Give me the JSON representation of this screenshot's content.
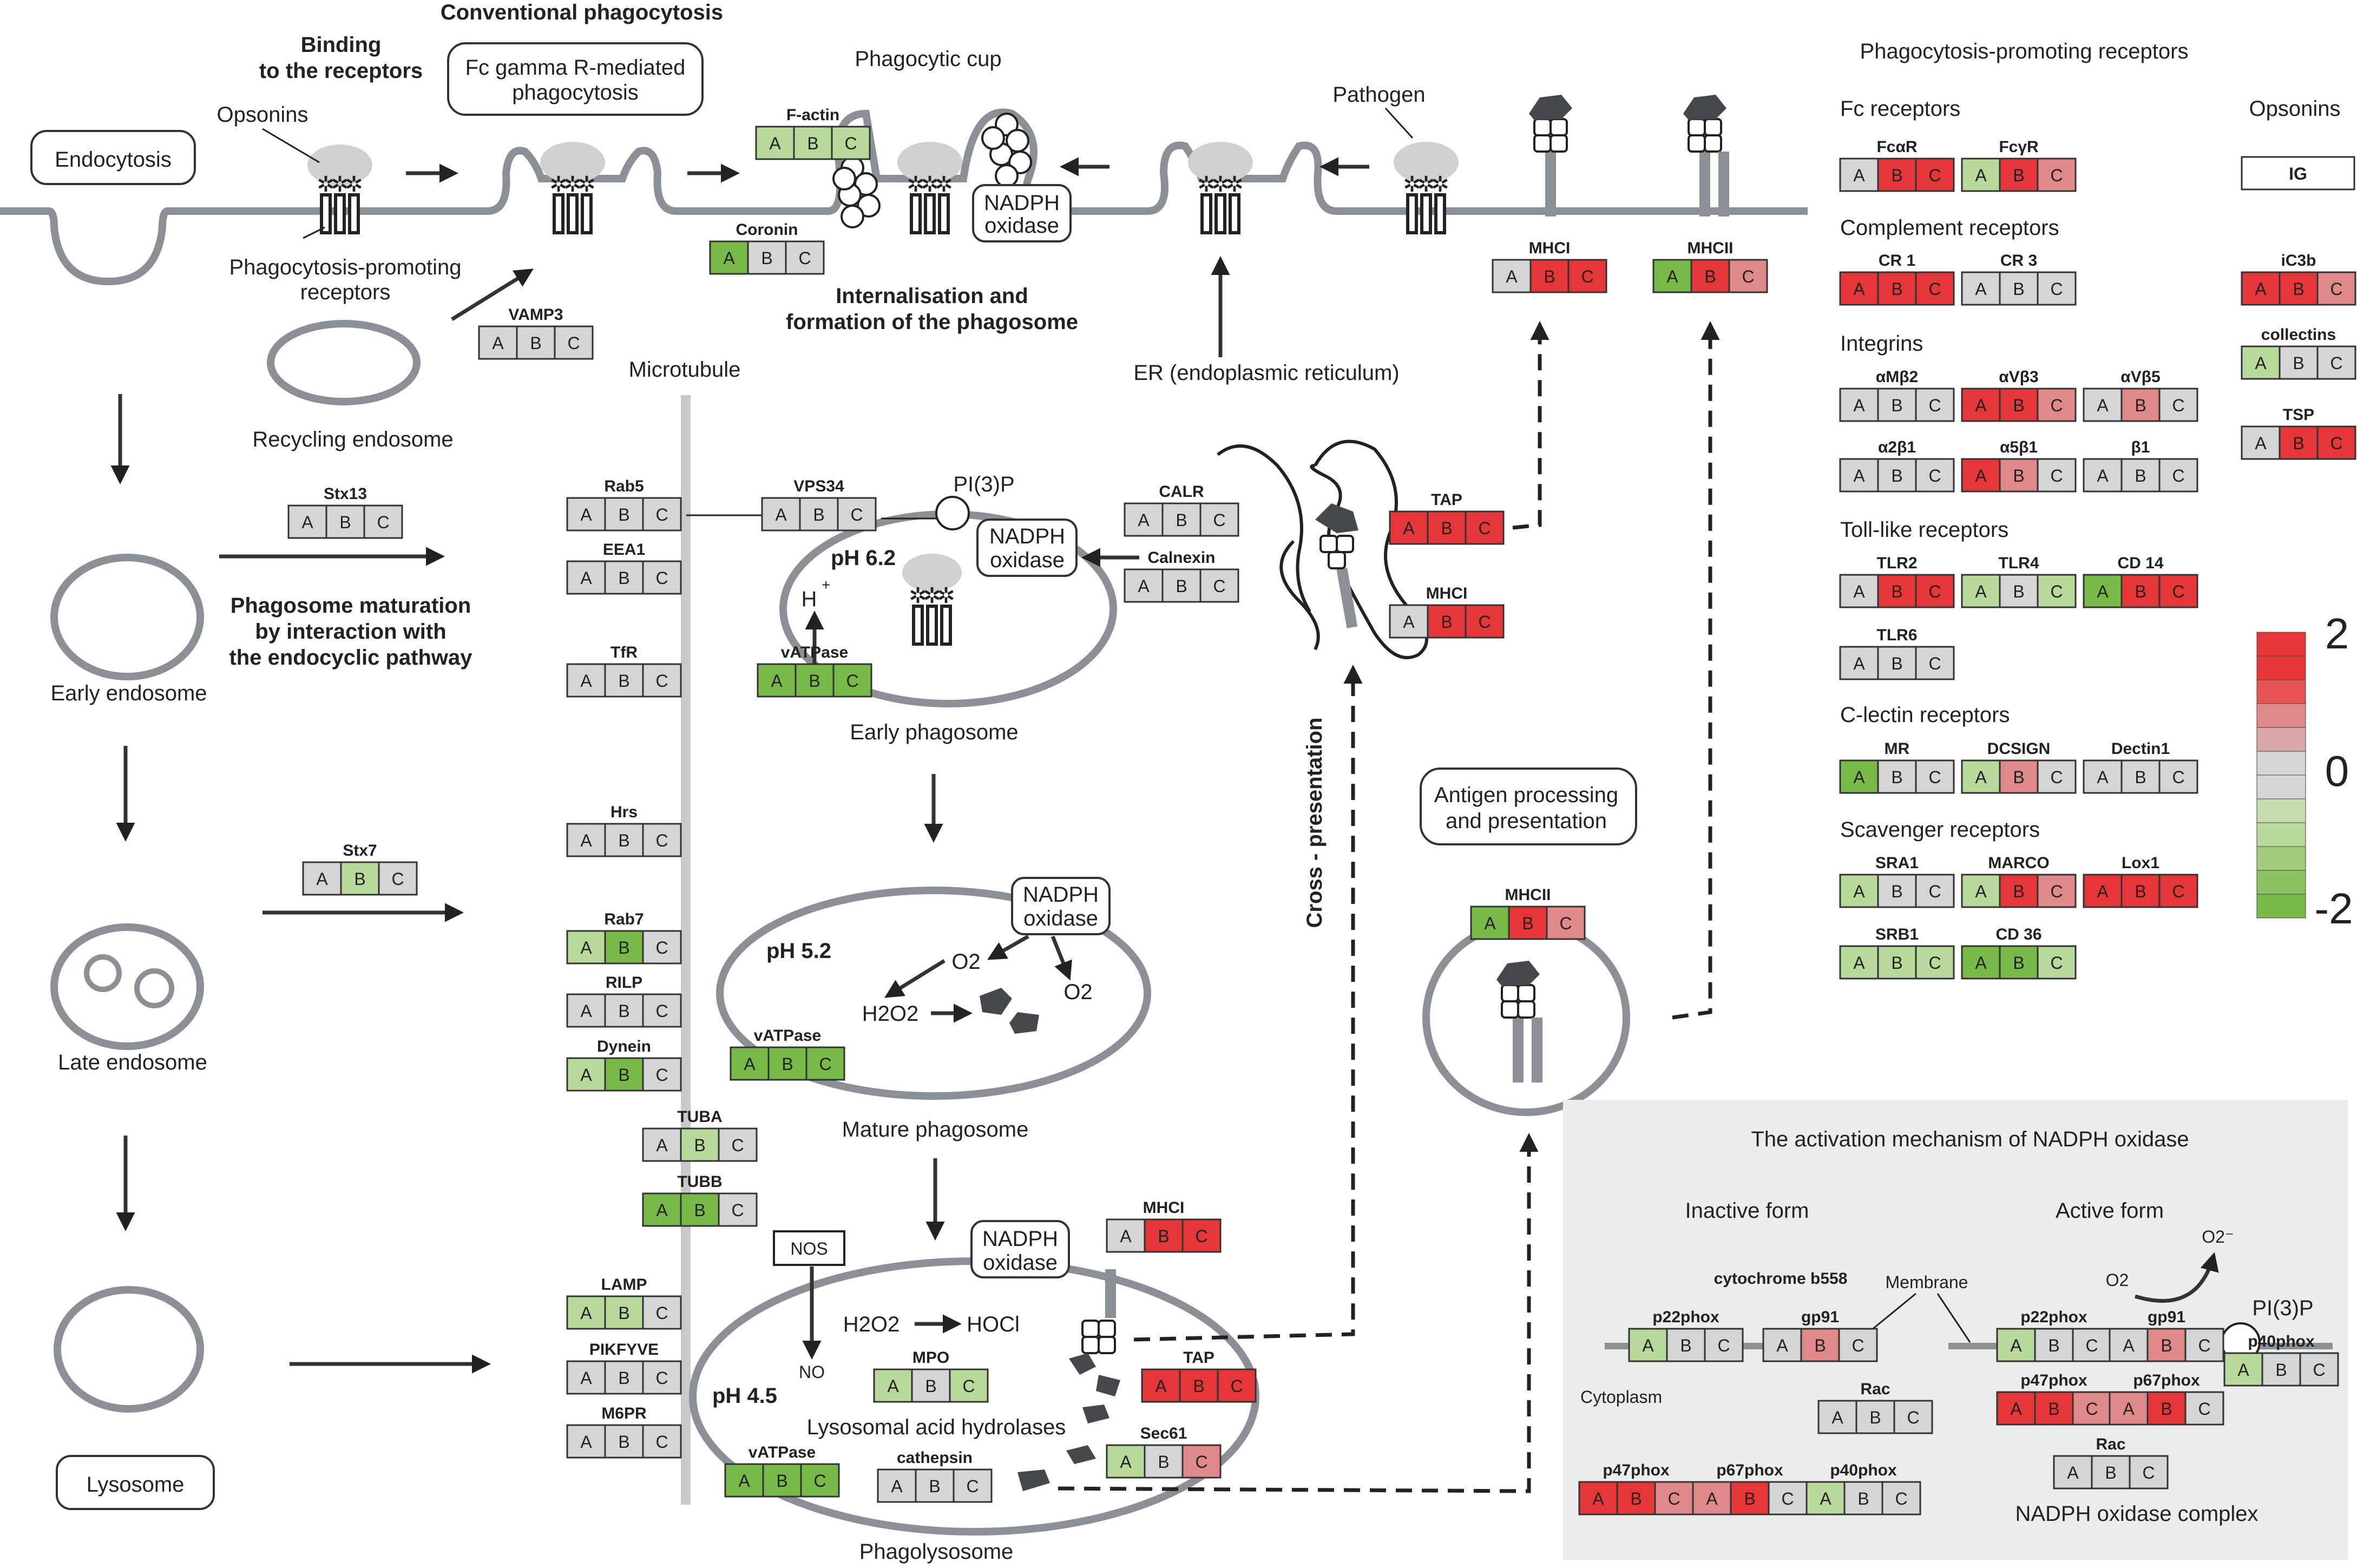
{
  "colors": {
    "red": "#e5373a",
    "light_red": "#e0898b",
    "gray": "#d4d5d6",
    "light_green": "#b9d89c",
    "green": "#79b94a",
    "membrane": "#8a9095",
    "inset_bg": "#ececec"
  },
  "labels": {
    "title": "Conventional phagocytosis",
    "binding": "Binding",
    "binding2": "to the receptors",
    "fc_box1": "Fc gamma R-mediated",
    "fc_box2": "phagocytosis",
    "phagocytic_cup": "Phagocytic cup",
    "endocytosis": "Endocytosis",
    "opsonins": "Opsonins",
    "ppr1": "Phagocytosis-promoting",
    "ppr2": "receptors",
    "recycling_endosome": "Recycling endosome",
    "internalisation1": "Internalisation and",
    "internalisation2": "formation of the phagosome",
    "nadph1": "NADPH",
    "nadph2": "oxidase",
    "pathogen": "Pathogen",
    "microtubule": "Microtubule",
    "er": "ER (endoplasmic reticulum)",
    "pi3p": "PI(3)P",
    "ph62": "pH 6.2",
    "hplus": "H",
    "plus": "+",
    "early_phagosome": "Early phagosome",
    "early_endosome": "Early endosome",
    "maturation1": "Phagosome maturation",
    "maturation2": "by interaction with",
    "maturation3": "the endocyclic pathway",
    "late_endosome": "Late endosome",
    "lysosome": "Lysosome",
    "ph52": "pH 5.2",
    "o2": "O2",
    "h2o2": "H2O2",
    "mature_phagosome": "Mature phagosome",
    "nos": "NOS",
    "no": "NO",
    "hocl": "HOCl",
    "ph45": "pH 4.5",
    "lysosomal": "Lysosomal acid hydrolases",
    "phagolysosome": "Phagolysosome",
    "cross": "Cross - presentation",
    "antigen1": "Antigen processing",
    "antigen2": "and presentation",
    "ppr_title": "Phagocytosis-promoting receptors",
    "fc_receptors": "Fc receptors",
    "opsonins_title": "Opsonins",
    "complement": "Complement receptors",
    "integrins": "Integrins",
    "tlr": "Toll-like receptors",
    "clectin": "C-lectin receptors",
    "scavenger": "Scavenger receptors",
    "scale_max": "2",
    "scale_mid": "0",
    "scale_min": "-2",
    "inset_title": "The activation mechanism of NADPH oxidase",
    "inactive": "Inactive form",
    "active": "Active form",
    "membrane": "Membrane",
    "cytoplasm": "Cytoplasm",
    "o2minus": "O2⁻",
    "o2_inset": "O2",
    "complex": "NADPH oxidase complex"
  },
  "cell_letters": [
    "A",
    "B",
    "C"
  ],
  "genes": [
    {
      "name": "F-actin",
      "cells": [
        "lg",
        "lg",
        "lg"
      ]
    },
    {
      "name": "Coronin",
      "cells": [
        "g",
        "gr",
        "gr"
      ]
    },
    {
      "name": "VAMP3",
      "cells": [
        "gr",
        "gr",
        "gr"
      ]
    },
    {
      "name": "Stx13",
      "cells": [
        "gr",
        "gr",
        "gr"
      ]
    },
    {
      "name": "Stx7",
      "cells": [
        "gr",
        "lg",
        "gr"
      ]
    },
    {
      "name": "Rab5",
      "cells": [
        "gr",
        "gr",
        "gr"
      ]
    },
    {
      "name": "EEA1",
      "cells": [
        "gr",
        "gr",
        "gr"
      ]
    },
    {
      "name": "TfR",
      "cells": [
        "gr",
        "gr",
        "gr"
      ]
    },
    {
      "name": "Hrs",
      "cells": [
        "gr",
        "gr",
        "gr"
      ]
    },
    {
      "name": "Rab7",
      "cells": [
        "lg",
        "g",
        "gr"
      ]
    },
    {
      "name": "RILP",
      "cells": [
        "gr",
        "gr",
        "gr"
      ]
    },
    {
      "name": "Dynein",
      "cells": [
        "lg",
        "g",
        "gr"
      ]
    },
    {
      "name": "TUBA",
      "cells": [
        "gr",
        "lg",
        "gr"
      ]
    },
    {
      "name": "TUBB",
      "cells": [
        "g",
        "g",
        "gr"
      ]
    },
    {
      "name": "LAMP",
      "cells": [
        "lg",
        "lg",
        "gr"
      ]
    },
    {
      "name": "PIKFYVE",
      "cells": [
        "gr",
        "gr",
        "gr"
      ]
    },
    {
      "name": "M6PR",
      "cells": [
        "gr",
        "gr",
        "gr"
      ]
    },
    {
      "name": "VPS34",
      "cells": [
        "gr",
        "gr",
        "gr"
      ]
    },
    {
      "name": "vATPase",
      "cells": [
        "g",
        "g",
        "g"
      ]
    },
    {
      "name": "vATPase",
      "cells": [
        "g",
        "g",
        "g"
      ]
    },
    {
      "name": "MPO",
      "cells": [
        "lg",
        "gr",
        "lg"
      ]
    },
    {
      "name": "vATPase",
      "cells": [
        "g",
        "g",
        "g"
      ]
    },
    {
      "name": "cathepsin",
      "cells": [
        "gr",
        "gr",
        "gr"
      ]
    },
    {
      "name": "CALR",
      "cells": [
        "gr",
        "gr",
        "gr"
      ]
    },
    {
      "name": "Calnexin",
      "cells": [
        "gr",
        "gr",
        "gr"
      ]
    },
    {
      "name": "TAP",
      "cells": [
        "r",
        "r",
        "r"
      ]
    },
    {
      "name": "MHCI",
      "cells": [
        "gr",
        "r",
        "r"
      ]
    },
    {
      "name": "MHCI",
      "cells": [
        "gr",
        "r",
        "r"
      ]
    },
    {
      "name": "MHCII",
      "cells": [
        "g",
        "r",
        "lr"
      ]
    },
    {
      "name": "MHCI",
      "cells": [
        "gr",
        "r",
        "r"
      ]
    },
    {
      "name": "TAP",
      "cells": [
        "r",
        "r",
        "r"
      ]
    },
    {
      "name": "Sec61",
      "cells": [
        "lg",
        "gr",
        "lr"
      ]
    },
    {
      "name": "MHCII",
      "cells": [
        "g",
        "r",
        "lr"
      ]
    },
    {
      "name": "FcαR",
      "cells": [
        "gr",
        "r",
        "r"
      ]
    },
    {
      "name": "FcγR",
      "cells": [
        "lg",
        "r",
        "lr"
      ]
    },
    {
      "name": "IG",
      "cells": []
    },
    {
      "name": "CR 1",
      "cells": [
        "r",
        "r",
        "r"
      ]
    },
    {
      "name": "CR 3",
      "cells": [
        "gr",
        "gr",
        "gr"
      ]
    },
    {
      "name": "iC3b",
      "cells": [
        "r",
        "r",
        "lr"
      ]
    },
    {
      "name": "αMβ2",
      "cells": [
        "gr",
        "gr",
        "gr"
      ]
    },
    {
      "name": "αVβ3",
      "cells": [
        "r",
        "r",
        "lr"
      ]
    },
    {
      "name": "αVβ5",
      "cells": [
        "gr",
        "lr",
        "gr"
      ]
    },
    {
      "name": "collectins",
      "cells": [
        "lg",
        "gr",
        "gr"
      ]
    },
    {
      "name": "α2β1",
      "cells": [
        "gr",
        "gr",
        "gr"
      ]
    },
    {
      "name": "α5β1",
      "cells": [
        "r",
        "lr",
        "gr"
      ]
    },
    {
      "name": "β1",
      "cells": [
        "gr",
        "gr",
        "gr"
      ]
    },
    {
      "name": "TSP",
      "cells": [
        "gr",
        "r",
        "r"
      ]
    },
    {
      "name": "TLR2",
      "cells": [
        "gr",
        "r",
        "r"
      ]
    },
    {
      "name": "TLR4",
      "cells": [
        "lg",
        "gr",
        "lg"
      ]
    },
    {
      "name": "CD 14",
      "cells": [
        "g",
        "r",
        "r"
      ]
    },
    {
      "name": "TLR6",
      "cells": [
        "gr",
        "gr",
        "gr"
      ]
    },
    {
      "name": "MR",
      "cells": [
        "g",
        "gr",
        "gr"
      ]
    },
    {
      "name": "DCSIGN",
      "cells": [
        "lg",
        "lr",
        "gr"
      ]
    },
    {
      "name": "Dectin1",
      "cells": [
        "gr",
        "gr",
        "gr"
      ]
    },
    {
      "name": "SRA1",
      "cells": [
        "lg",
        "gr",
        "gr"
      ]
    },
    {
      "name": "MARCO",
      "cells": [
        "lg",
        "r",
        "lr"
      ]
    },
    {
      "name": "Lox1",
      "cells": [
        "r",
        "r",
        "r"
      ]
    },
    {
      "name": "SRB1",
      "cells": [
        "lg",
        "lg",
        "lg"
      ]
    },
    {
      "name": "CD 36",
      "cells": [
        "g",
        "g",
        "lg"
      ]
    }
  ],
  "inset_groups": [
    {
      "name": "cytochrome b558",
      "cells": []
    },
    {
      "name": "p22phox",
      "cells": [
        "lg",
        "gr",
        "gr"
      ]
    },
    {
      "name": "gp91",
      "cells": [
        "gr",
        "lr",
        "gr"
      ]
    },
    {
      "name": "Rac",
      "cells": [
        "gr",
        "gr",
        "gr"
      ]
    },
    {
      "name": "p47phox",
      "cells": [
        "r",
        "r",
        "lr"
      ]
    },
    {
      "name": "p67phox",
      "cells": [
        "lr",
        "r",
        "gr"
      ]
    },
    {
      "name": "p40phox",
      "cells": [
        "lg",
        "gr",
        "gr"
      ]
    },
    {
      "name": "p22phox",
      "cells": [
        "lg",
        "gr",
        "gr"
      ]
    },
    {
      "name": "gp91",
      "cells": [
        "gr",
        "lr",
        "gr"
      ]
    },
    {
      "name": "p47phox",
      "cells": [
        "r",
        "r",
        "lr"
      ]
    },
    {
      "name": "p67phox",
      "cells": [
        "lr",
        "r",
        "gr"
      ]
    },
    {
      "name": "p40phox",
      "cells": [
        "lg",
        "gr",
        "gr"
      ]
    },
    {
      "name": "Rac",
      "cells": [
        "gr",
        "gr",
        "gr"
      ]
    }
  ]
}
